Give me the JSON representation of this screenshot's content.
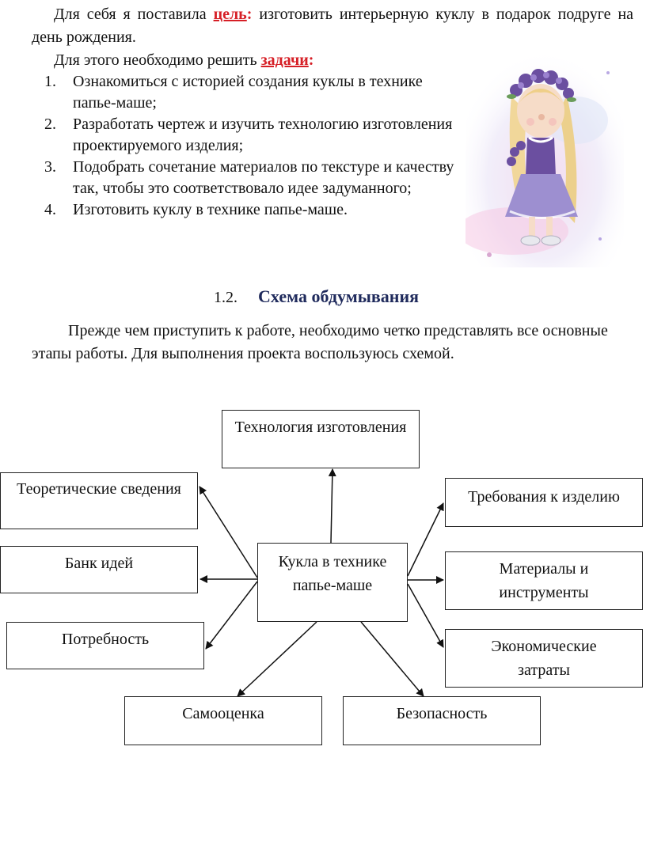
{
  "goal": {
    "intro": "Для себя я поставила",
    "keyword": "цель",
    "colon": ":",
    "rest": "изготовить интерьерную куклу в подарок подруге на день рождения."
  },
  "tasks": {
    "intro": "Для этого необходимо решить",
    "keyword": "задачи",
    "colon": ":",
    "items": [
      {
        "num": "1.",
        "text": "Ознакомиться с историей создания куклы в технике папье-маше;"
      },
      {
        "num": "2.",
        "text": "Разработать чертеж и изучить технологию изготовления проектируемого изделия;"
      },
      {
        "num": "3.",
        "text": "Подобрать сочетание материалов по текстуре и качеству так, чтобы это   соответствовало идее задуманного;"
      },
      {
        "num": "4.",
        "text": "Изготовить куклу в технике папье-маше."
      }
    ]
  },
  "section": {
    "number": "1.2.",
    "title": "Схема обдумывания"
  },
  "intro_paragraph": "Прежде чем приступить к работе, необходимо четко представлять все основные этапы работы. Для выполнения проекта воспользуюсь схемой.",
  "diagram": {
    "center": "Кукла в технике папье-маше",
    "nodes": {
      "technology": "Технология изготовления",
      "theory": "Теоретические сведения",
      "ideas": "Банк идей",
      "need": "Потребность",
      "requirements": "Требования к изделию",
      "materials": "Материалы и инструменты",
      "costs": "Экономические затраты",
      "self_assessment": "Самооценка",
      "safety": "Безопасность"
    }
  },
  "colors": {
    "accent_red": "#d61f26",
    "heading_navy": "#1f2a5c",
    "flower_purple": "#6b4fa0",
    "dress_lavender": "#9d8fd0"
  },
  "image": {
    "icon": "doll-illustration-icon"
  }
}
